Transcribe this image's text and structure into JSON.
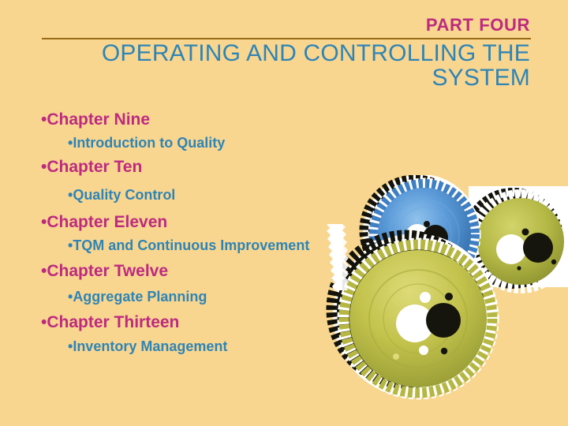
{
  "slide": {
    "background_color": "#f8d68f",
    "part_label": "PART FOUR",
    "title": "OPERATING AND CONTROLLING THE SYSTEM",
    "title_color": "#2f84b6",
    "part_label_color": "#bd2a80",
    "rule_color": "#9a6a17"
  },
  "outline": {
    "items": [
      {
        "level": 1,
        "text": "Chapter Nine"
      },
      {
        "level": 2,
        "text": "Introduction to Quality"
      },
      {
        "level": 1,
        "text": "Chapter Ten"
      },
      {
        "level": 2,
        "text": "Quality Control"
      },
      {
        "level": 1,
        "text": "Chapter Eleven"
      },
      {
        "level": 2,
        "text": "TQM and Continuous Improvement"
      },
      {
        "level": 1,
        "text": "Chapter Twelve"
      },
      {
        "level": 2,
        "text": "Aggregate Planning"
      },
      {
        "level": 1,
        "text": "Chapter Thirteen"
      },
      {
        "level": 2,
        "text": "Inventory Management"
      }
    ]
  },
  "artwork": {
    "name": "three-interlocking-gears-photo",
    "gears": [
      {
        "name": "blue-gear",
        "color": "#4e8fd2"
      },
      {
        "name": "olive-gear-right",
        "color": "#b4b845"
      },
      {
        "name": "olive-gear-large",
        "color": "#c2c24c"
      }
    ],
    "shadow_color": "#111108",
    "highlight_color": "#ffffff"
  }
}
